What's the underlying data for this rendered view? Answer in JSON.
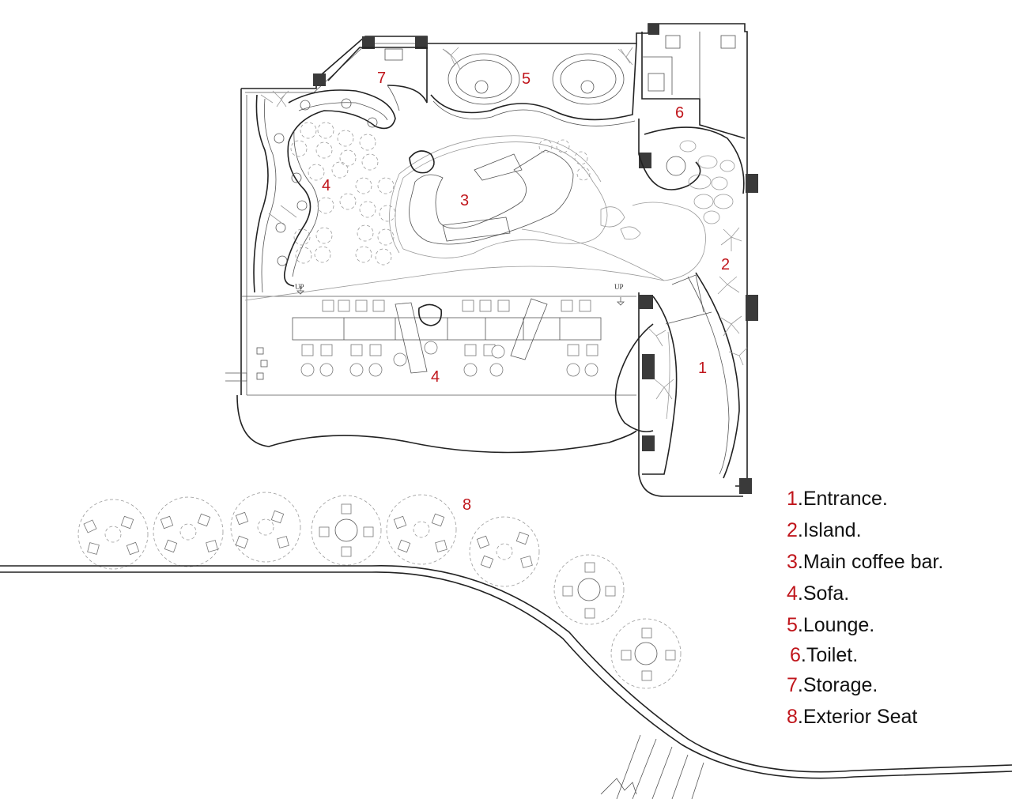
{
  "plan": {
    "area_numbers": [
      "1",
      "2",
      "3",
      "4",
      "4",
      "5",
      "6",
      "7",
      "8"
    ],
    "stair_labels": [
      "UP",
      "UP"
    ]
  },
  "legend": [
    {
      "num": "1",
      "label": ".Entrance."
    },
    {
      "num": "2",
      "label": ".Island."
    },
    {
      "num": "3",
      "label": ".Main coffee bar."
    },
    {
      "num": "4",
      "label": ".Sofa."
    },
    {
      "num": "5",
      "label": ".Lounge."
    },
    {
      "num": "6",
      "label": ".Toilet."
    },
    {
      "num": "7",
      "label": ".Storage."
    },
    {
      "num": "8",
      "label": ".Exterior Seat"
    }
  ],
  "colors": {
    "number_red": "#c0161c",
    "wall": "#222222",
    "column": "#3a3a3a"
  }
}
